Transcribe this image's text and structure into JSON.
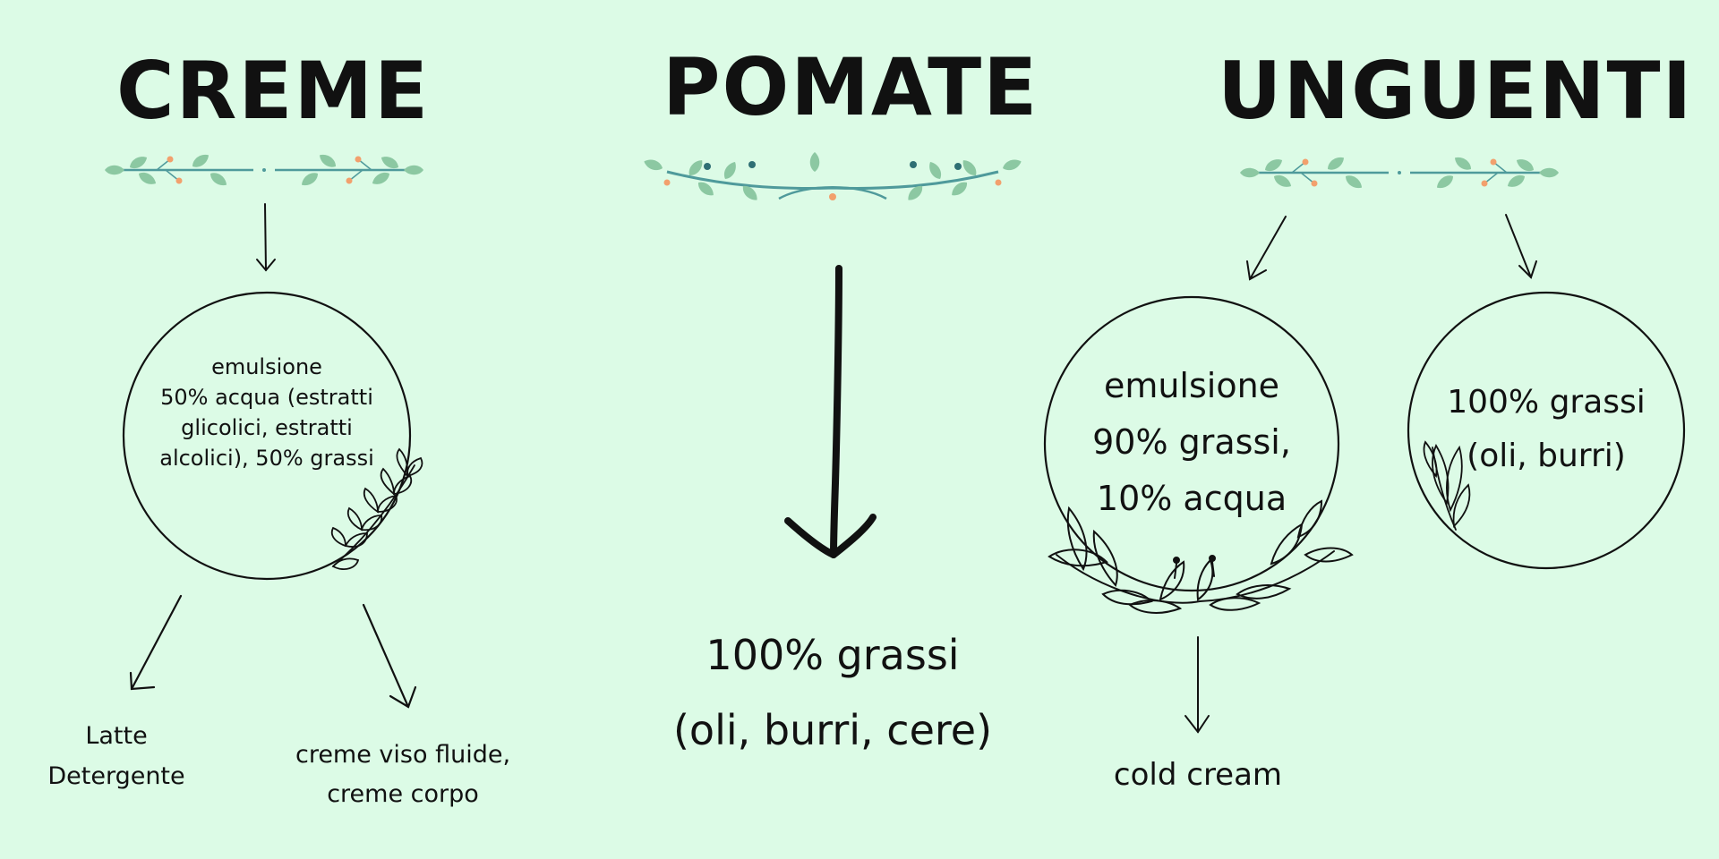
{
  "colors": {
    "background": "#dcfbe6",
    "ink": "#111111",
    "leaf_green": "#8cc8a2",
    "stem_teal": "#4f9a9b",
    "flower_orange": "#f2a06d"
  },
  "sections": {
    "creme": {
      "title": "CREME",
      "circle": {
        "line1": "emulsione",
        "line2": "50% acqua (estratti",
        "line3": "glicolici, estratti",
        "line4": "alcolici), 50% grassi"
      },
      "outputs": {
        "left": {
          "line1": "Latte",
          "line2": "Detergente"
        },
        "right": {
          "line1": "creme viso fluide,",
          "line2": "creme corpo"
        }
      }
    },
    "pomate": {
      "title": "POMATE",
      "result": {
        "line1": "100% grassi",
        "line2": "(oli, burri, cere)"
      }
    },
    "unguenti": {
      "title": "UNGUENTI",
      "circle_left": {
        "line1": "emulsione",
        "line2": "90% grassi,",
        "line3": "10% acqua"
      },
      "circle_right": {
        "line1": "100% grassi",
        "line2": "(oli, burri)"
      },
      "output": {
        "line1": "cold cream"
      }
    }
  },
  "icons": [
    "leaf-branch-divider-icon",
    "arrow-down-icon",
    "laurel-sprig-icon",
    "laurel-wreath-icon"
  ]
}
